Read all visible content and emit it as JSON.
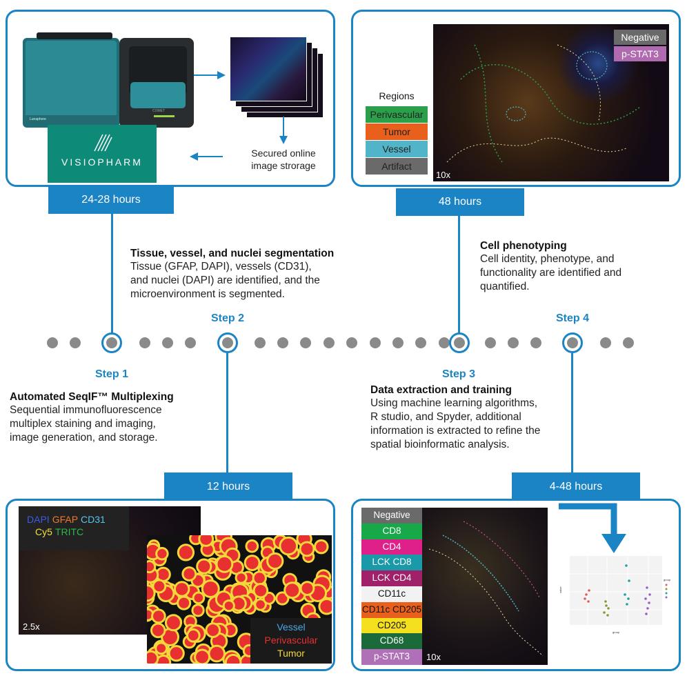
{
  "panels": {
    "top_left": {
      "device_brand": "Lunaphore",
      "device_model": "COMET",
      "storage_label_line1": "Secured online",
      "storage_label_line2": "image strorage",
      "logo_text": "VISIOPHARM"
    },
    "top_right": {
      "regions_title": "Regions",
      "regions": [
        {
          "label": "Perivascular",
          "color": "#2aa04a"
        },
        {
          "label": "Tumor",
          "color": "#e8601c"
        },
        {
          "label": "Vessel",
          "color": "#52b4c8"
        },
        {
          "label": "Artifact",
          "color": "#6a6a6a"
        }
      ],
      "legend": [
        {
          "label": "Negative",
          "color": "#6a6a6a"
        },
        {
          "label": "p-STAT3",
          "color": "#b06ab0"
        }
      ],
      "magnification": "10x"
    },
    "bottom_left": {
      "channels_line1": [
        {
          "label": "DAPI",
          "color": "#3f5be0"
        },
        {
          "label": "GFAP",
          "color": "#f07a2a"
        },
        {
          "label": "CD31",
          "color": "#55c6e8"
        }
      ],
      "channels_line2": [
        {
          "label": "Cy5",
          "color": "#f2e03a"
        },
        {
          "label": "TRITC",
          "color": "#2fb84a"
        }
      ],
      "magnification": "2.5x",
      "segmentation_legend": [
        {
          "label": "Vessel",
          "color": "#4aa8e8"
        },
        {
          "label": "Perivascular",
          "color": "#e83030"
        },
        {
          "label": "Tumor",
          "color": "#f2d83a"
        }
      ]
    },
    "bottom_right": {
      "phenotypes": [
        {
          "label": "Negative",
          "color": "#6a6a6a",
          "text": "#ffffff"
        },
        {
          "label": "CD8",
          "color": "#17a84a",
          "text": "#ffffff"
        },
        {
          "label": "CD4",
          "color": "#e0208a",
          "text": "#ffffff"
        },
        {
          "label": "LCK CD8",
          "color": "#1a9aa8",
          "text": "#ffffff"
        },
        {
          "label": "LCK CD4",
          "color": "#a0206a",
          "text": "#ffffff"
        },
        {
          "label": "CD11c",
          "color": "#f2f2f2",
          "text": "#111111"
        },
        {
          "label": "CD11c CD205",
          "color": "#e8601c",
          "text": "#111111"
        },
        {
          "label": "CD205",
          "color": "#f5e020",
          "text": "#111111"
        },
        {
          "label": "CD68",
          "color": "#1a6a3a",
          "text": "#ffffff"
        },
        {
          "label": "p-STAT3",
          "color": "#b070b8",
          "text": "#ffffff"
        }
      ],
      "magnification": "10x",
      "plot_xlabel": "group",
      "plot_ylabel": "value",
      "plot_legend_title": "group"
    }
  },
  "tabs": {
    "t1": "24-28 hours",
    "t2": "48 hours",
    "t3": "12 hours",
    "t4": "4-48 hours"
  },
  "steps": {
    "step1": {
      "label": "Step 1",
      "title": "Automated SeqIF™ Multiplexing",
      "body": [
        "Sequential immunofluorescence",
        "multiplex staining and imaging,",
        "image generation, and storage."
      ]
    },
    "step2": {
      "label": "Step 2",
      "title": "Tissue, vessel, and nuclei segmentation",
      "body": [
        "Tissue (GFAP, DAPI), vessels (CD31),",
        "and nuclei (DAPI) are identified, and the",
        "microenvironment is segmented."
      ]
    },
    "step3": {
      "label": "Step 3",
      "title": "Data extraction and training",
      "body": [
        "Using machine learning algorithms,",
        "R studio, and Spyder, additional",
        "information is extracted to refine the",
        "spatial bioinformatic analysis."
      ]
    },
    "step4": {
      "label": "Step 4",
      "title": "Cell phenotyping",
      "body": [
        "Cell identity, phenotype, and",
        "functionality are identified and",
        "quantified."
      ]
    }
  },
  "colors": {
    "accent": "#1b84c4",
    "timeline_dot": "#8a8a8a"
  }
}
